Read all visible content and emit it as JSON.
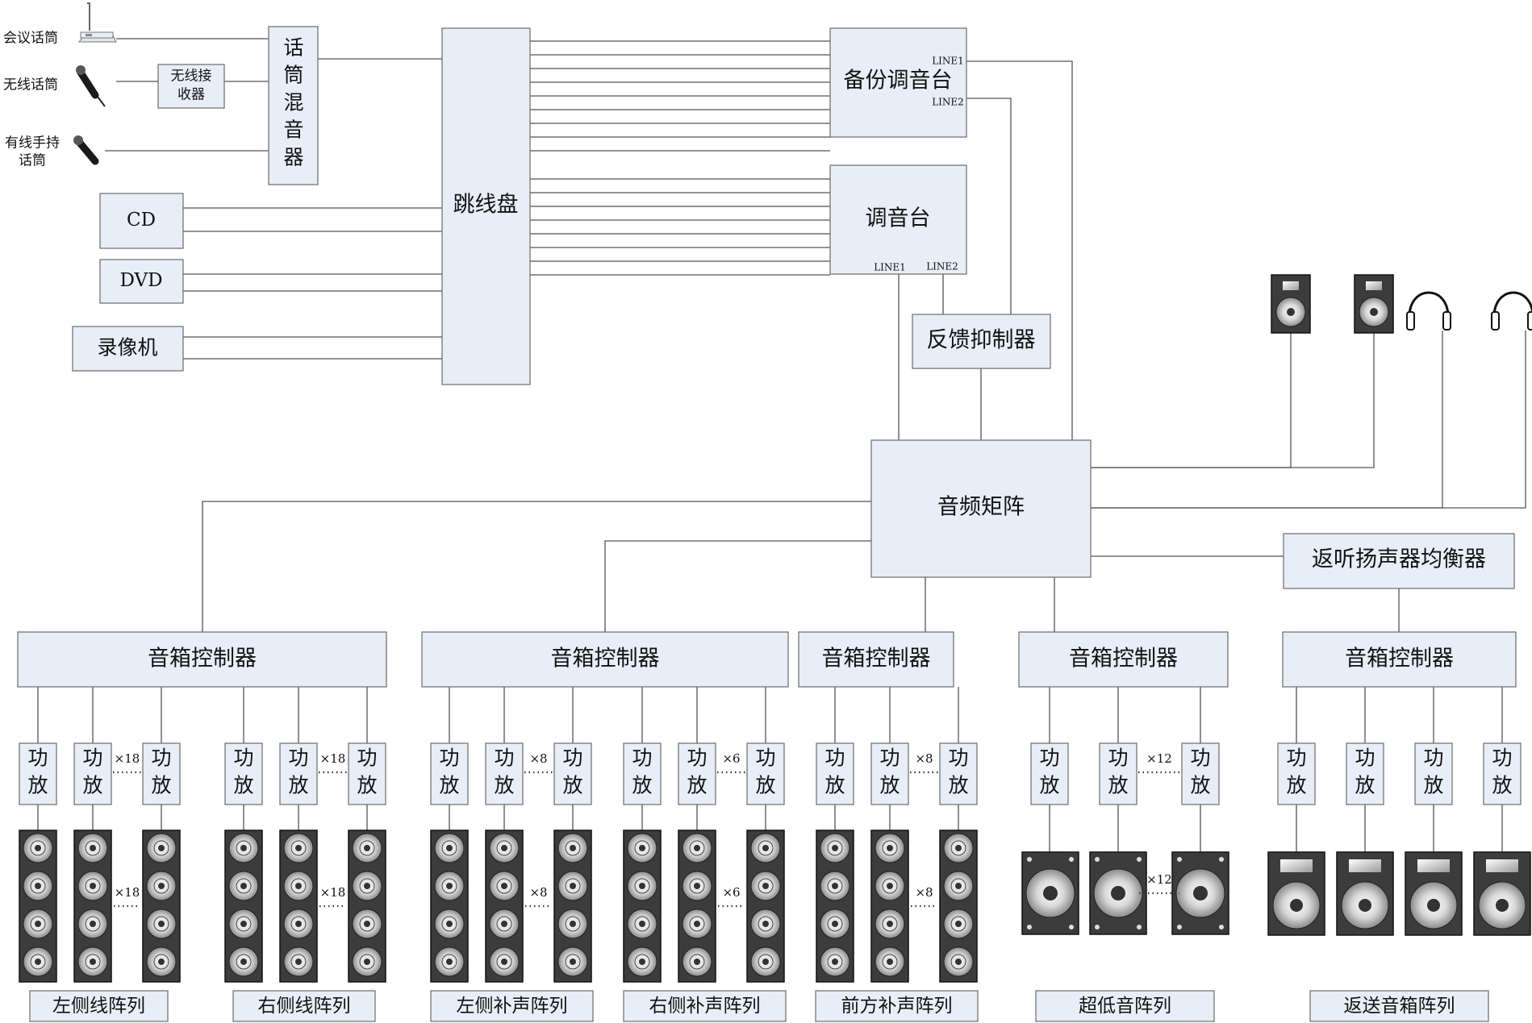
{
  "sources": {
    "conference_mic": "会议话筒",
    "wireless_mic": "无线话筒",
    "wired_handheld_mic": [
      "有线手持",
      "话筒"
    ],
    "wireless_receiver": [
      "无线接",
      "收器"
    ],
    "mic_mixer": [
      "话",
      "筒",
      "混",
      "音",
      "器"
    ],
    "cd": "CD",
    "dvd": "DVD",
    "vcr": "录像机"
  },
  "patch_panel": "跳线盘",
  "backup_console": {
    "title": "备份调音台",
    "line1": "LINE1",
    "line2": "LINE2"
  },
  "main_console": {
    "title": "调音台",
    "line1": "LINE1",
    "line2": "LINE2"
  },
  "feedback_suppressor": "反馈抑制器",
  "audio_matrix": "音频矩阵",
  "monitor_eq": "返听扬声器均衡器",
  "amp_label": [
    "功",
    "放"
  ],
  "zones": [
    {
      "controller": "音箱控制器",
      "groups": [
        {
          "multiplier": "×18",
          "speaker_multiplier": "×18",
          "label": "左侧线阵列"
        },
        {
          "multiplier": "×18",
          "speaker_multiplier": "×18",
          "label": "右侧线阵列"
        }
      ]
    },
    {
      "controller": "音箱控制器",
      "groups": [
        {
          "multiplier": "×8",
          "speaker_multiplier": "×8",
          "label": "左侧补声阵列"
        },
        {
          "multiplier": "×6",
          "speaker_multiplier": "×6",
          "label": "右侧补声阵列"
        }
      ]
    },
    {
      "controller": "音箱控制器",
      "groups": [
        {
          "multiplier": "×8",
          "speaker_multiplier": "×8",
          "label": "前方补声阵列"
        }
      ]
    },
    {
      "controller": "音箱控制器",
      "groups": [
        {
          "multiplier": "×12",
          "speaker_multiplier": "×12",
          "label": "超低音阵列"
        }
      ]
    },
    {
      "controller": "音箱控制器",
      "groups": [
        {
          "multiplier": "",
          "speaker_multiplier": "",
          "label": "返送音箱阵列"
        }
      ]
    }
  ],
  "icons": [
    "conference-mic-icon",
    "wireless-mic-icon",
    "handheld-mic-icon",
    "monitor-speaker-icon",
    "headphones-icon",
    "line-array-speaker-icon",
    "subwoofer-icon",
    "stage-monitor-icon"
  ],
  "colors": {
    "box_fill": "#e8eef7",
    "box_stroke": "#6b6b6b",
    "line": "#555555",
    "speaker_body": "#3c3c3c"
  }
}
